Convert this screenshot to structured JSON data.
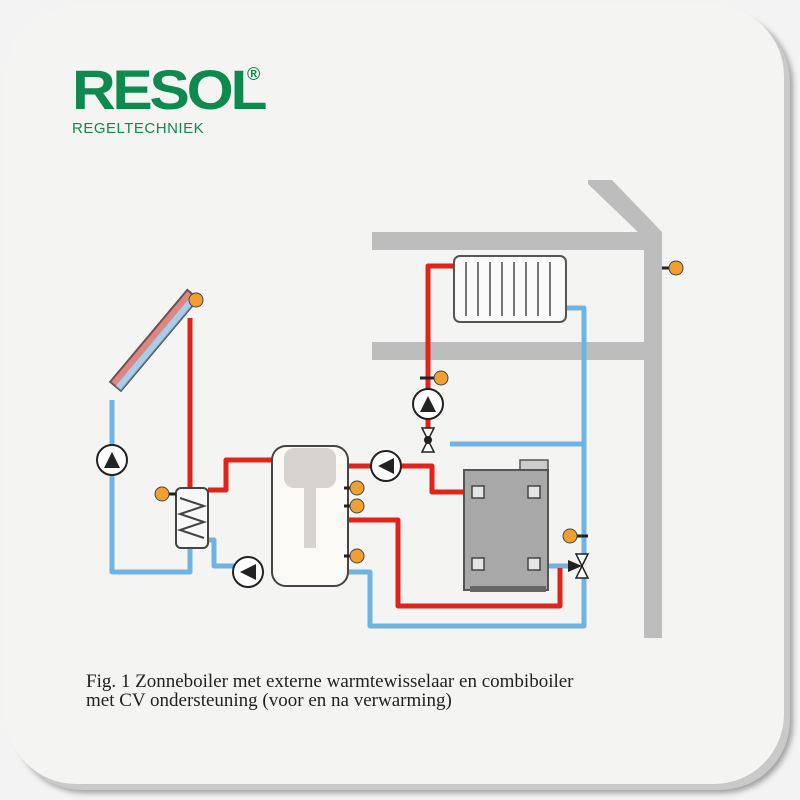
{
  "logo": {
    "brand": "RESOL",
    "registered_mark": "®",
    "subtitle": "REGELTECHNIEK"
  },
  "caption": {
    "line1": "Fig. 1 Zonneboiler met externe warmtewisselaar en combiboiler",
    "line2": "met CV ondersteuning (voor en na verwarming)"
  },
  "colors": {
    "brand_green": "#0f8a4f",
    "hot_pipe": "#e0241b",
    "cold_pipe": "#6fb3e3",
    "sensor": "#f0a030",
    "building": "#bdbdbd"
  }
}
